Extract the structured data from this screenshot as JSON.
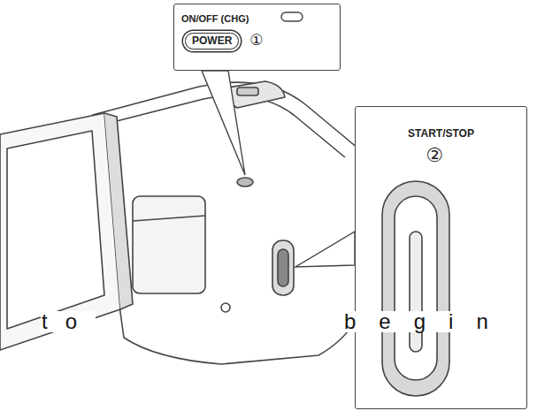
{
  "diagram": {
    "nodes": [
      {
        "text": [
          "ON/OFF (CHG)",
          "POWER",
          "①"
        ]
      },
      {
        "text": [
          "START/STOP",
          "②"
        ]
      }
    ],
    "labels": [
      "to",
      "begin"
    ]
  }
}
